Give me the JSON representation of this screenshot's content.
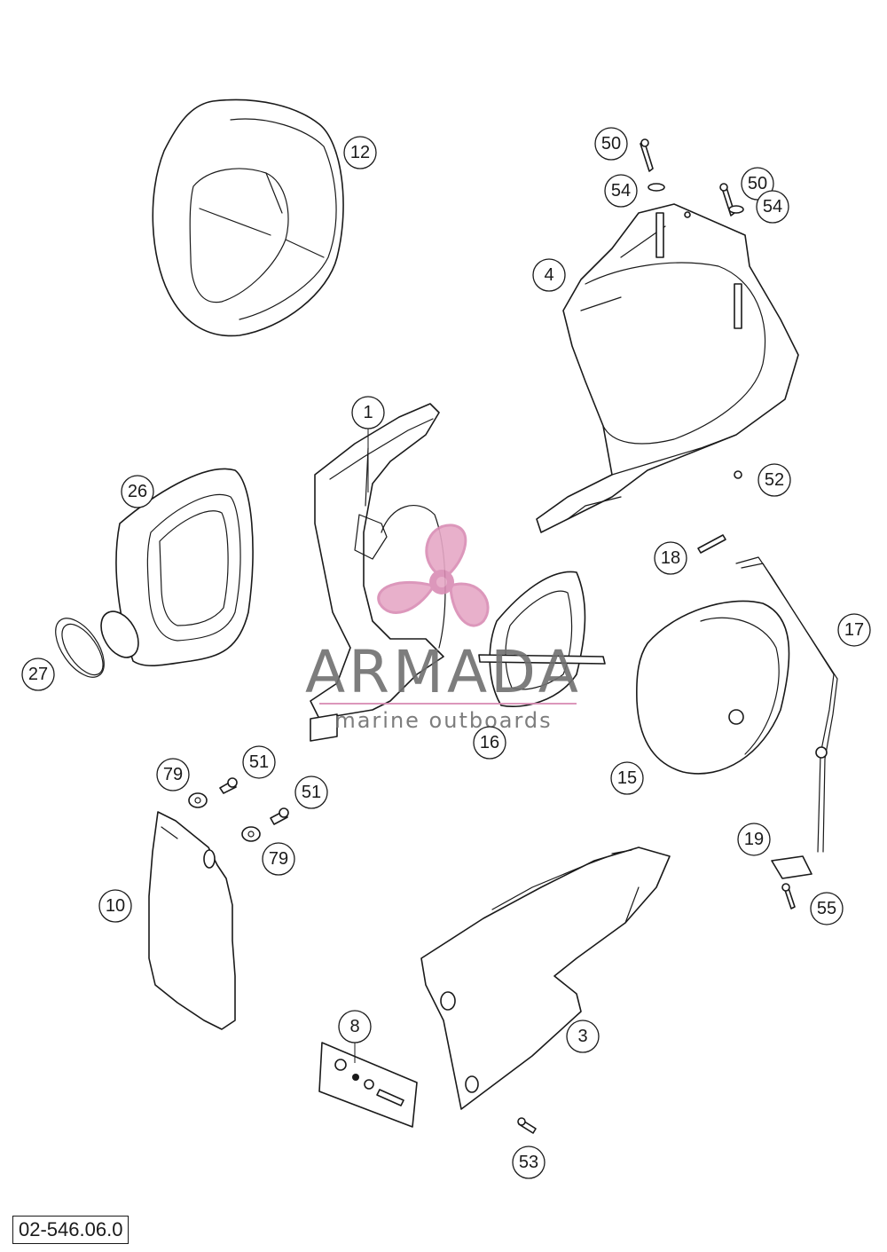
{
  "diagram": {
    "code": "02-546.06.0",
    "callouts": {
      "c12": "12",
      "c50a": "50",
      "c54a": "54",
      "c50b": "50",
      "c54b": "54",
      "c4": "4",
      "c1": "1",
      "c26": "26",
      "c27": "27",
      "c52": "52",
      "c18": "18",
      "c17": "17",
      "c16": "16",
      "c15": "15",
      "c79a": "79",
      "c51a": "51",
      "c51b": "51",
      "c79b": "79",
      "c10": "10",
      "c19": "19",
      "c55": "55",
      "c8": "8",
      "c3": "3",
      "c53": "53"
    }
  },
  "watermark": {
    "brand": "ARMADA",
    "tagline": "marine outboards",
    "colors": {
      "propeller": "#e6a8c6",
      "hub": "#d98cb4",
      "text": "#6f6f6f",
      "rule": "#d98cb4"
    }
  }
}
